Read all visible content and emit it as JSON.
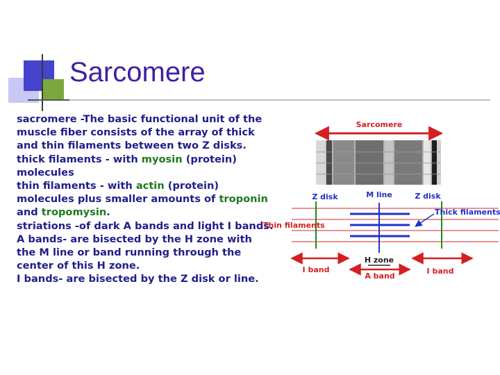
{
  "slide": {
    "title": "Sarcomere",
    "paragraphs": [
      {
        "term": "sacromere ",
        "text": "-The basic functional unit of the muscle fiber consists of the array of thick and thin filaments between two Z disks."
      },
      {
        "term": "thick filaments ",
        "text_before": "- with ",
        "keyword": "myosin",
        "text_after": " (protein) molecules"
      },
      {
        "term": "thin filaments ",
        "text_before": "- with ",
        "keyword": "actin",
        "text_mid": " (protein) molecules plus smaller amounts of ",
        "keyword2": "troponin",
        "text_and": " and ",
        "keyword3": "tropomysin",
        "text_after": "."
      },
      {
        "term": "striations ",
        "text_before": "-of ",
        "dark": "dark A bands",
        "text_and": " and ",
        "light": "light I bands",
        "text_after": "."
      },
      {
        "term": "A bands- ",
        "text": "are bisected by the H zone with the M line or band running through the center of this H zone."
      },
      {
        "term": "I bands- ",
        "text": "are bisected by the Z disk or line."
      }
    ]
  },
  "diagram": {
    "sarcomere_label": "Sarcomere",
    "z_disk_left": "Z disk",
    "m_line": "M line",
    "z_disk_right": "Z disk",
    "thick_filaments": "Thick filaments",
    "thin_filaments": "Thin filaments",
    "h_zone": "H zone",
    "i_band_left": "I band",
    "a_band": "A band",
    "i_band_right": "I band",
    "colors": {
      "red": "#d42020",
      "blue": "#2030c8",
      "green": "#1a8a1a"
    }
  }
}
